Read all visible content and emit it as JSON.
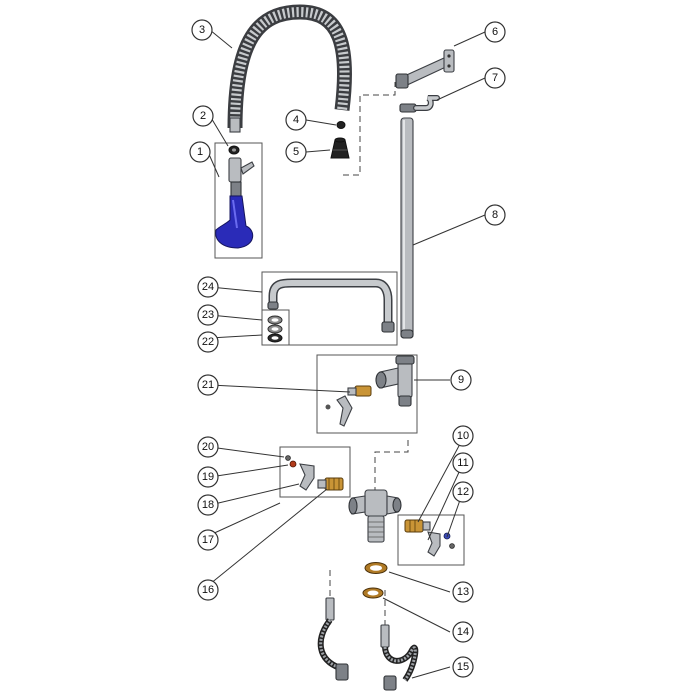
{
  "diagram": {
    "callout_numbers": [
      "1",
      "2",
      "3",
      "4",
      "5",
      "6",
      "7",
      "8",
      "9",
      "10",
      "11",
      "12",
      "13",
      "14",
      "15",
      "16",
      "17",
      "18",
      "19",
      "20",
      "21",
      "22",
      "23",
      "24"
    ],
    "colors": {
      "steel": "#b9bcc0",
      "brass": "#c99436",
      "spray_head_blue": "#2a2bb8",
      "line": "#333333"
    }
  }
}
